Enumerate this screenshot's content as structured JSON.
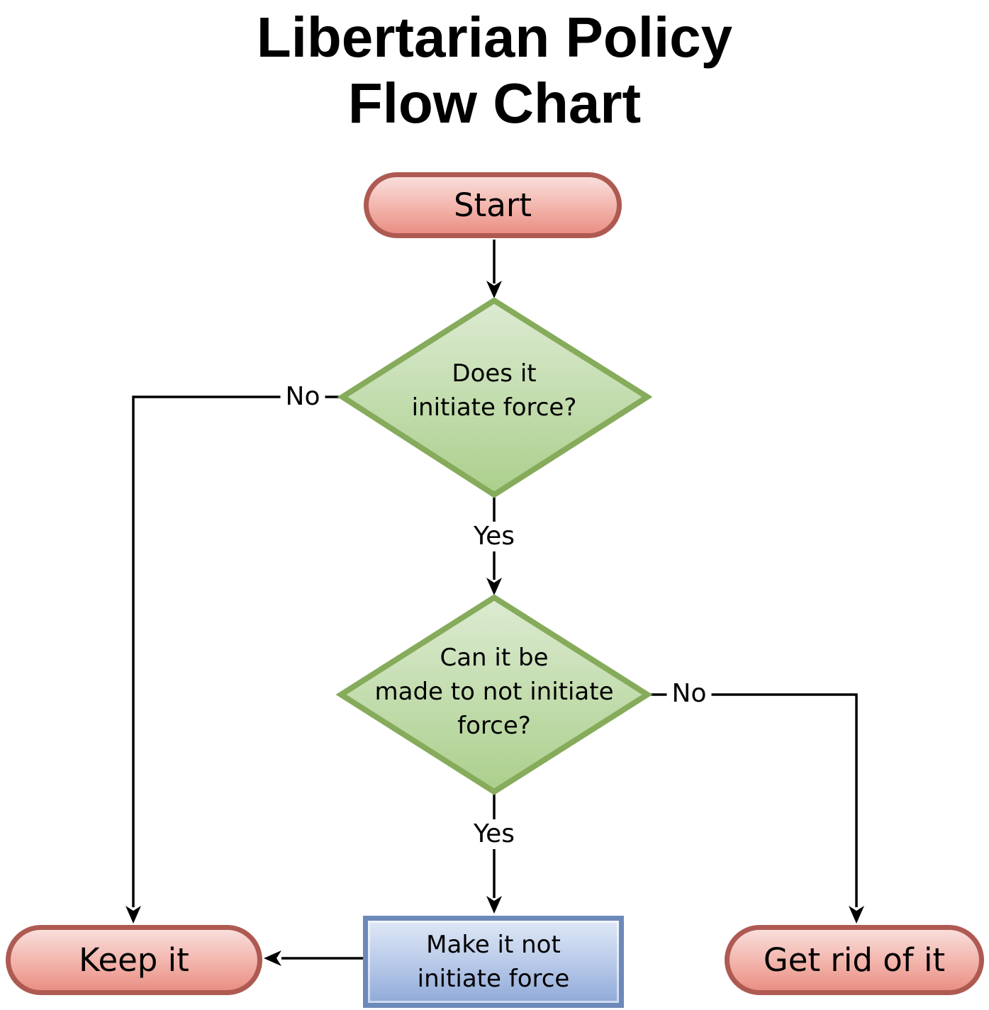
{
  "title": {
    "line1": "Libertarian Policy",
    "line2": "Flow Chart"
  },
  "nodes": {
    "start": {
      "label": "Start",
      "shape": "terminator"
    },
    "decision1": {
      "label": "Does it\ninitiate force?",
      "shape": "decision"
    },
    "decision2": {
      "label": "Can it be\nmade to not initiate\nforce?",
      "shape": "decision"
    },
    "process": {
      "label": "Make it not\ninitiate force",
      "shape": "process"
    },
    "keep": {
      "label": "Keep it",
      "shape": "terminator"
    },
    "discard": {
      "label": "Get rid of it",
      "shape": "terminator"
    }
  },
  "edge_labels": {
    "decision1_no": "No",
    "decision1_yes": "Yes",
    "decision2_no": "No",
    "decision2_yes": "Yes"
  },
  "colors": {
    "terminator_border": "#ae5a52",
    "terminator_fill_top": "#f9dedb",
    "terminator_fill_bottom": "#ea8f84",
    "decision_border": "#85ab5b",
    "decision_fill_top": "#dcebd2",
    "decision_fill_bottom": "#abcf8c",
    "process_border": "#6d89b9",
    "process_fill_top": "#dfe8f6",
    "process_fill_bottom": "#8fa9d8",
    "connector": "#000000",
    "background": "#ffffff",
    "text": "#000000"
  }
}
